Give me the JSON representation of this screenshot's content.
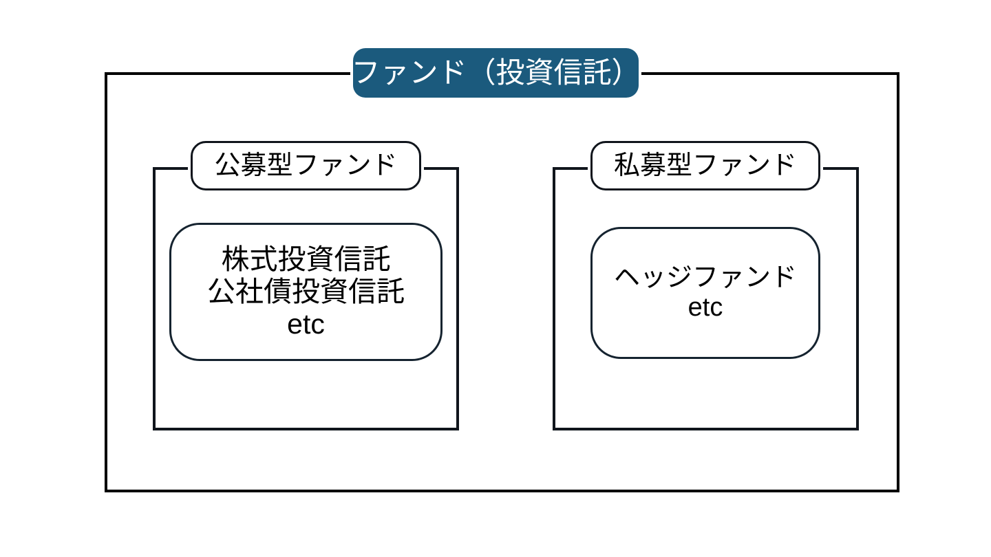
{
  "diagram": {
    "title_banner": {
      "label": "ファンド（投資信託）",
      "text_color": "#FFFFFF",
      "fill_color": "#1B5A7D"
    },
    "outer_frame": {
      "border_color": "#000000"
    },
    "groups": [
      {
        "id": "public-offering-fund",
        "label": "公募型ファンド",
        "border_color": "#10151C",
        "content": {
          "lines": [
            "株式投資信託",
            "公社債投資信託",
            "etc"
          ]
        }
      },
      {
        "id": "private-placement-fund",
        "label": "私募型ファンド",
        "border_color": "#10151C",
        "content": {
          "lines": [
            "ヘッジファンド",
            "etc"
          ]
        }
      }
    ]
  }
}
